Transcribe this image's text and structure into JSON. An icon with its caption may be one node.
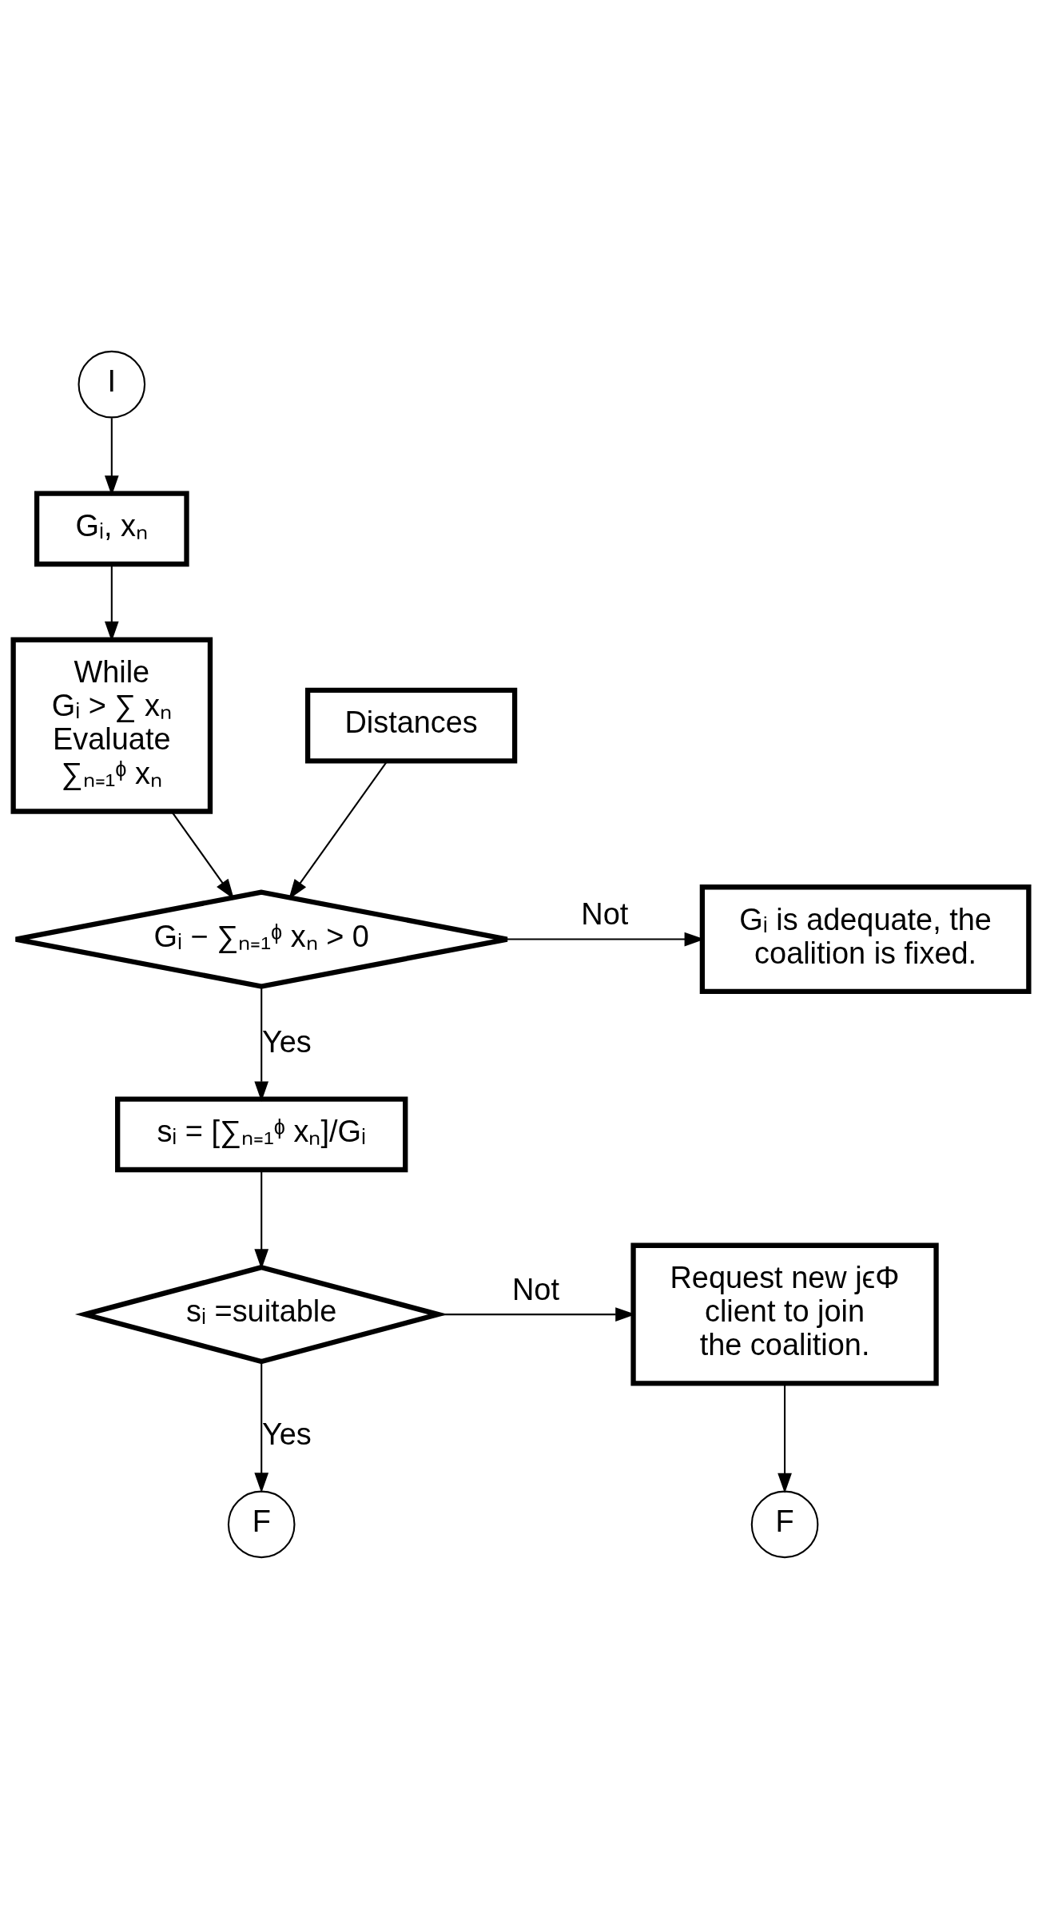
{
  "diagram": {
    "nodes": [
      {
        "text": [
          "I"
        ]
      },
      {
        "text": [
          "Gᵢ, xₙ"
        ]
      },
      {
        "text": [
          "While",
          "Gᵢ > ∑ xₙ",
          "Evaluate",
          "∑ₙ₌₁ᶲ xₙ"
        ]
      },
      {
        "text": [
          "Distances"
        ]
      },
      {
        "text": [
          "Gᵢ − ∑ₙ₌₁ᶲ xₙ > 0"
        ]
      },
      {
        "text": [
          "Gᵢ is adequate, the coalition is fixed."
        ]
      },
      {
        "text": [
          "sᵢ = [∑ₙ₌₁ᶲ xₙ]/Gᵢ"
        ]
      },
      {
        "text": [
          "sᵢ =suitable"
        ]
      },
      {
        "text": [
          "Request new jϵΦ client to join the coalition."
        ]
      },
      {
        "text": [
          "F"
        ]
      },
      {
        "text": [
          "F"
        ]
      }
    ],
    "edges": [
      {
        "from": 0,
        "to": 1,
        "arrow": "to"
      },
      {
        "from": 1,
        "to": 2,
        "arrow": "to"
      },
      {
        "from": 2,
        "to": 4,
        "arrow": "to"
      },
      {
        "from": 3,
        "to": 4,
        "arrow": "to"
      },
      {
        "from": 4,
        "to": 5,
        "label": "Not",
        "arrow": "to"
      },
      {
        "from": 4,
        "to": 6,
        "label": "Yes",
        "arrow": "to"
      },
      {
        "from": 6,
        "to": 7,
        "arrow": "to"
      },
      {
        "from": 7,
        "to": 8,
        "label": "Not",
        "arrow": "to"
      },
      {
        "from": 7,
        "to": 9,
        "label": "Yes",
        "arrow": "to"
      },
      {
        "from": 8,
        "to": 10,
        "arrow": "to"
      }
    ]
  }
}
